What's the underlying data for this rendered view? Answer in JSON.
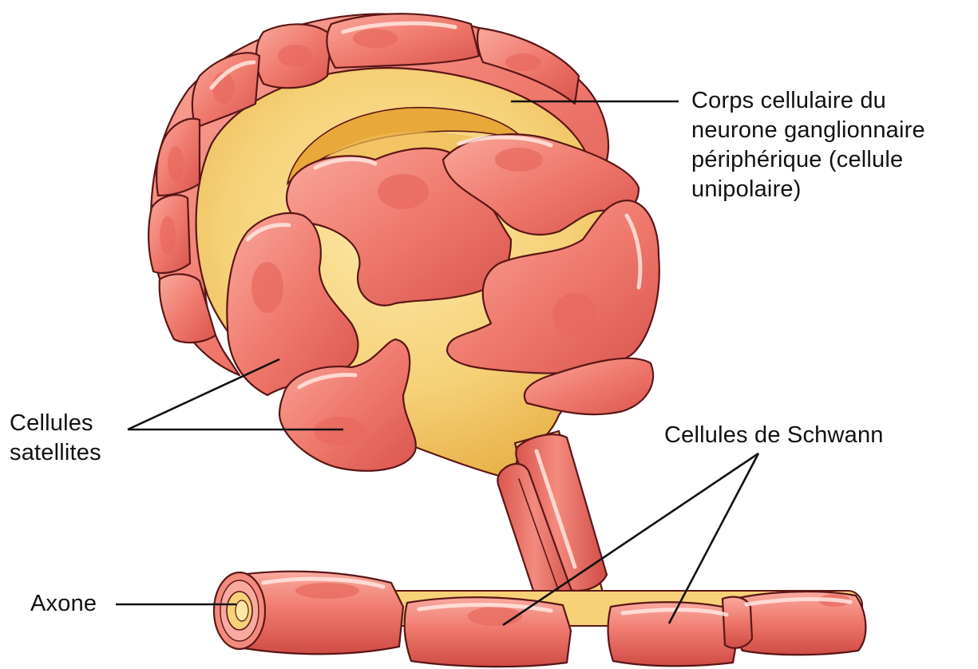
{
  "labels": {
    "cell_body": [
      "Corps cellulaire du",
      "neurone ganglionnaire",
      "périphérique (cellule",
      "unipolaire)"
    ],
    "satellite": [
      "Cellules",
      "satellites"
    ],
    "schwann": "Cellules de Schwann",
    "axon": "Axone"
  },
  "colors": {
    "cell_fill": "#f07a6e",
    "cell_light": "#f8a79b",
    "cell_dark": "#d9554d",
    "soma_fill": "#f6d177",
    "soma_light": "#fbe7a6",
    "soma_dark": "#e4a93c",
    "outline": "#5a1616",
    "leader": "#111111"
  }
}
